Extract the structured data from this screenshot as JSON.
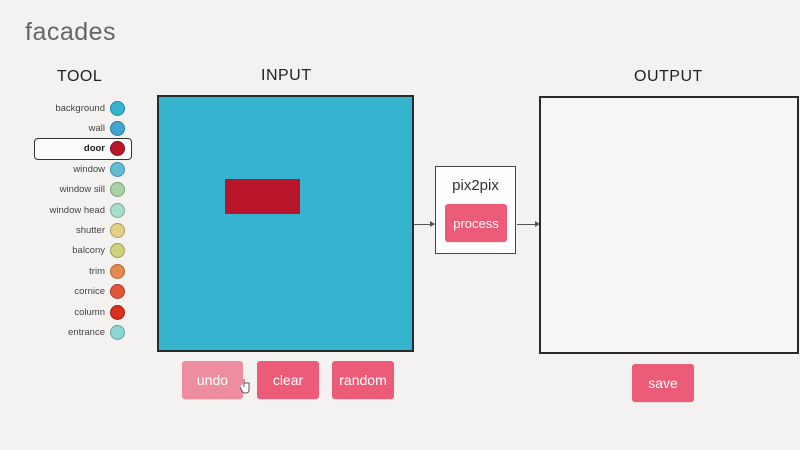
{
  "app": {
    "title": "facades"
  },
  "tool": {
    "heading": "TOOL",
    "selected": "door",
    "items": [
      {
        "label": "background",
        "color": "#35b3cf"
      },
      {
        "label": "wall",
        "color": "#3fa6cf"
      },
      {
        "label": "door",
        "color": "#b8142a"
      },
      {
        "label": "window",
        "color": "#5fbcd3"
      },
      {
        "label": "window sill",
        "color": "#a9d3a6"
      },
      {
        "label": "window head",
        "color": "#a6dfc9"
      },
      {
        "label": "shutter",
        "color": "#e3cf86"
      },
      {
        "label": "balcony",
        "color": "#cfd07a"
      },
      {
        "label": "trim",
        "color": "#e58a4e"
      },
      {
        "label": "cornice",
        "color": "#e05437"
      },
      {
        "label": "column",
        "color": "#d92f1f"
      },
      {
        "label": "entrance",
        "color": "#8bd6d2"
      }
    ]
  },
  "input": {
    "heading": "INPUT",
    "background_color": "#35b3cf",
    "shapes": [
      {
        "tool": "door",
        "color": "#b8142a"
      }
    ]
  },
  "model": {
    "name": "pix2pix",
    "process_label": "process"
  },
  "output": {
    "heading": "OUTPUT"
  },
  "actions": {
    "undo_label": "undo",
    "clear_label": "clear",
    "random_label": "random",
    "save_label": "save"
  },
  "colors": {
    "accent": "#ec5b77",
    "accent_hover": "#ef8da0"
  }
}
